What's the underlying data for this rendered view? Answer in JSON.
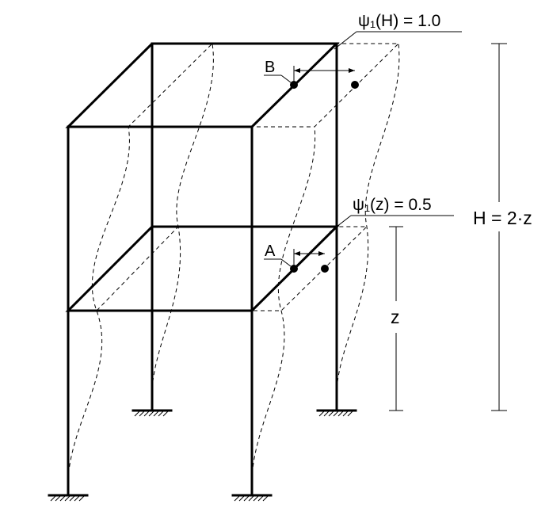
{
  "labels": {
    "point_b": "B",
    "point_a": "A",
    "psi_h": "ψ₁(H) = 1.0",
    "psi_z": "ψ₁(z) = 0.5",
    "height_total": "H = 2·z",
    "height_z": "z"
  }
}
